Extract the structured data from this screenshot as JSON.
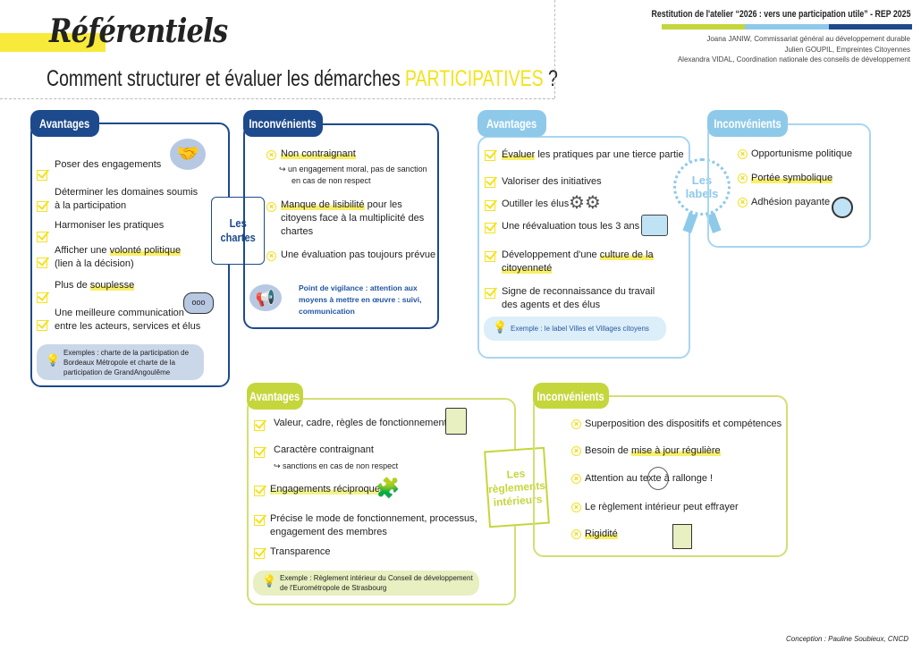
{
  "header": {
    "script_title": "Référentiels",
    "subtitle_pre": "Comment structurer et évaluer les démarches ",
    "subtitle_hl": "PARTICIPATIVES",
    "subtitle_post": " ?",
    "restitution": "Restitution de l'atelier “2026 : vers une participation utile” - REP 2025",
    "authors": [
      "Joana JANIW,  Commissariat général au développement durable",
      "Julien GOUPIL, Empreintes Citoyennes",
      "Alexandra VIDAL, Coordination nationale des conseils de développement"
    ],
    "colors": [
      "#c5d63d",
      "#8ec9ea",
      "#1d4a8c"
    ]
  },
  "chartes": {
    "badge": [
      "Les",
      "chartes"
    ],
    "adv_tab": "Avantages",
    "inc_tab": "Inconvénients",
    "adv": [
      [
        "Poser des engagements"
      ],
      [
        "Déterminer les domaines soumis",
        "à la participation"
      ],
      [
        "Harmoniser les pratiques"
      ],
      [
        "Afficher une ",
        "volonté politique",
        "(lien à la décision)"
      ],
      [
        "Plus de ",
        "souplesse"
      ],
      [
        "Une meilleure communication",
        "entre les acteurs, services et élus"
      ]
    ],
    "example": "Exemples : charte de la participation de Bordeaux Métropole et charte de la participation de GrandAngoulême",
    "inc": {
      "i1": "Non contraignant",
      "i1_sub": [
        "un engagement moral, pas de sanction",
        "en cas de non respect"
      ],
      "i2_hl": "Manque de lisibilité",
      "i2_rest": " pour les",
      "i2_l2": "citoyens face à la multiplicité des",
      "i2_l3": "chartes",
      "i3": "Une évaluation pas toujours prévue"
    },
    "vigilance": "Point de vigilance : attention aux moyens à mettre en œuvre : suivi, communication"
  },
  "labels": {
    "badge": [
      "Les",
      "labels"
    ],
    "adv_tab": "Avantages",
    "inc_tab": "Inconvénients",
    "adv": {
      "a1_hl": "Évaluer",
      "a1_rest": " les pratiques par une tierce partie",
      "a2": "Valoriser des initiatives",
      "a3": "Outiller les élus",
      "a4": "Une réévaluation tous les 3 ans",
      "a5_pre": "Développement d'une ",
      "a5_hl": "culture de la",
      "a5_hl2": "citoyenneté",
      "a6": [
        "Signe de reconnaissance du travail",
        "des agents et des élus"
      ]
    },
    "example": "Exemple : le label Villes et Villages citoyens",
    "inc": [
      "Opportunisme politique",
      "Portée symbolique",
      "Adhésion payante"
    ]
  },
  "reglements": {
    "badge": [
      "Les",
      "règlements",
      "intérieurs"
    ],
    "adv_tab": "Avantages",
    "inc_tab": "Inconvénients",
    "adv": {
      "a1": "Valeur, cadre, règles de fonctionnement",
      "a2": "Caractère contraignant",
      "a2_sub": "sanctions en cas de non respect",
      "a3": "Engagements réciproques",
      "a4": [
        "Précise le mode de fonctionnement, processus,",
        "engagement des membres"
      ],
      "a5": "Transparence"
    },
    "example": [
      "Exemple : Règlement intérieur du Conseil de développement",
      "de l'Eurométropole de Strasbourg"
    ],
    "inc": {
      "i1": "Superposition des dispositifs et compétences",
      "i2_pre": "Besoin de ",
      "i2_hl": "mise à jour régulière",
      "i3": "Attention au texte à rallonge !",
      "i4": "Le règlement intérieur peut effrayer",
      "i5": "Rigidité"
    }
  },
  "footer": "Conception : Pauline Soubieux, CNCD"
}
